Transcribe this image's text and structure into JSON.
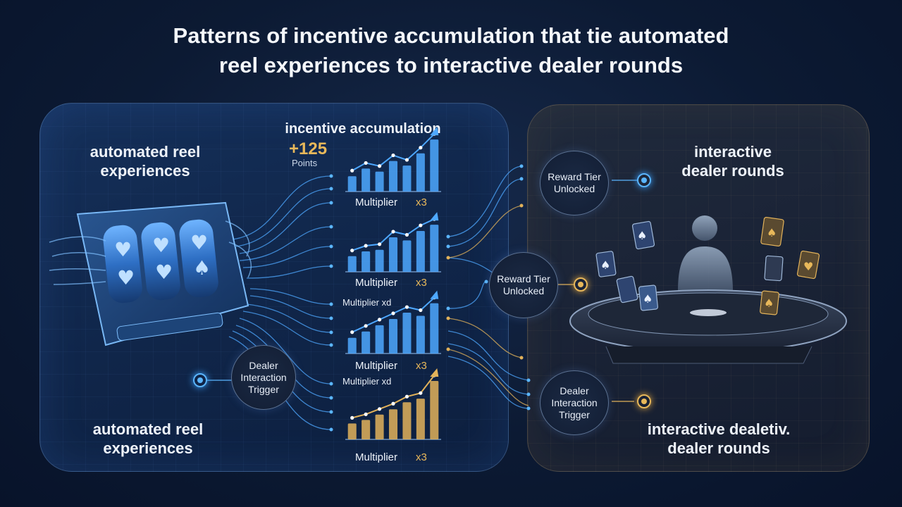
{
  "title": {
    "line1": "Patterns of incentive accumulation that tie automated",
    "line2": "reel experiences to interactive dealer rounds"
  },
  "left_panel": {
    "top_label_1": "automated reel",
    "top_label_2": "experiences",
    "bottom_label_1": "automated reel",
    "bottom_label_2": "experiences",
    "trigger_1": "Dealer",
    "trigger_2": "Interaction",
    "trigger_3": "Trigger"
  },
  "middle": {
    "heading": "incentive accumulation",
    "points_value": "+125",
    "points_label": "Points",
    "charts": [
      {
        "top_label": "",
        "footer": "Multiplier",
        "mult": "x3",
        "values": [
          2,
          3,
          2.6,
          4,
          3.4,
          5,
          6.8
        ],
        "color": "#4ea8ff"
      },
      {
        "top_label": "",
        "footer": "Multiplier",
        "mult": "x3",
        "values": [
          2,
          2.6,
          2.8,
          4.4,
          4,
          5.2,
          6
        ],
        "color": "#4ea8ff"
      },
      {
        "top_label": "Multiplier xd",
        "footer": "Multiplier",
        "mult": "x3",
        "values": [
          2,
          2.8,
          3.6,
          4.4,
          5.2,
          4.8,
          6.4
        ],
        "color": "#4ea8ff"
      },
      {
        "top_label": "Multiplier xd",
        "footer": "Multiplier",
        "mult": "x3",
        "values": [
          1.8,
          2.2,
          2.8,
          3.4,
          4.2,
          4.6,
          6.6
        ],
        "color": "#e2b25a"
      }
    ]
  },
  "right_panel": {
    "top_label_1": "interactive",
    "top_label_2": "dealer rounds",
    "bottom_label_1": "interactive dealetiv.",
    "bottom_label_2": "dealer rounds",
    "reward_1a": "Reward Tier",
    "reward_1b": "Unlocked",
    "reward_2a": "Reward Tier",
    "reward_2b": "Unlocked",
    "trigger_1": "Dealer",
    "trigger_2": "Interaction",
    "trigger_3": "Trigger"
  }
}
